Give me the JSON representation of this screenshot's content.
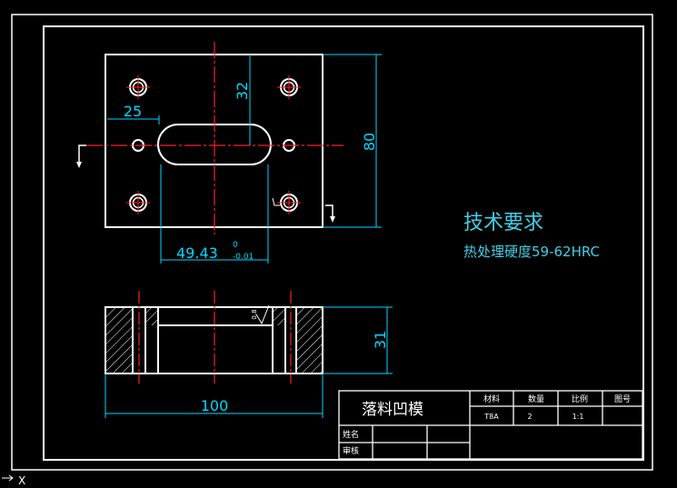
{
  "drawing": {
    "title": "落料凹模",
    "tech_title": "技术要求",
    "tech_note": "热处理硬度59-62HRC",
    "dimensions": {
      "d32": "32",
      "d25": "25",
      "d80": "80",
      "d49": "49.43",
      "d49_upper": "0",
      "d49_lower": "-0.01",
      "d31": "31",
      "d100": "100",
      "roughness": "0.8"
    }
  },
  "title_block": {
    "headers": {
      "material": "材料",
      "quantity": "数量",
      "scale": "比例",
      "drawing_no": "图号"
    },
    "values": {
      "material": "T8A",
      "quantity": "2",
      "scale": "1:1",
      "drawing_no": ""
    },
    "name_label": "姓名",
    "review_label": "审核"
  },
  "ucs_axis_label": "X",
  "colors": {
    "background": "#000000",
    "outline": "#ffffff",
    "centerline": "#ff2020",
    "dimension": "#00d8ff",
    "annotation": "#40d0e6"
  }
}
